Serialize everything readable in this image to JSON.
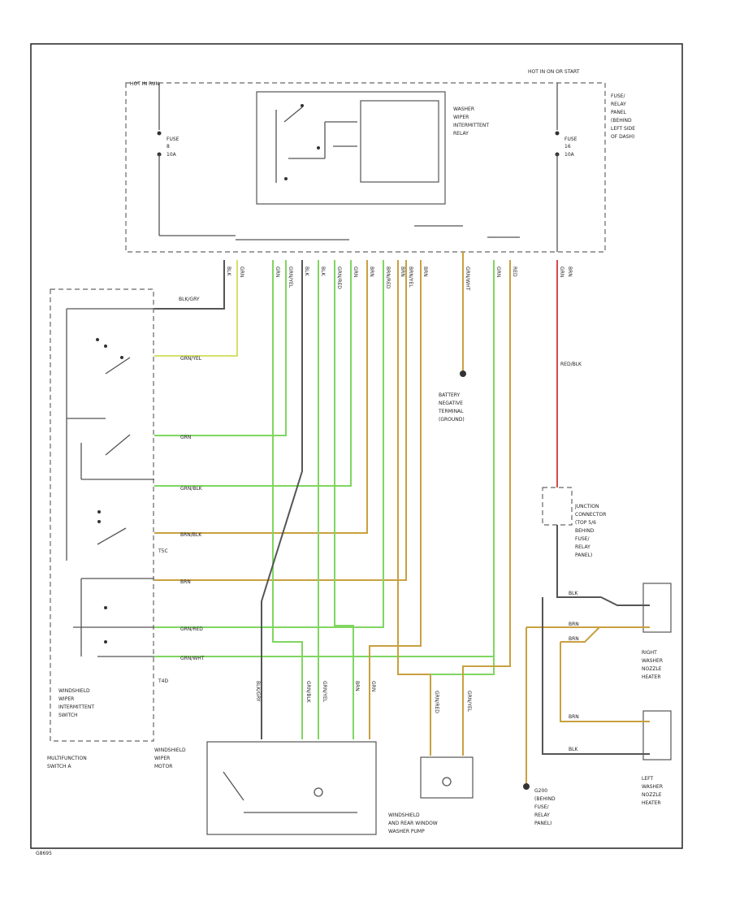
{
  "labels": {
    "hot_run_start": "HOT IN RUN",
    "hot_run_end": "HOT IN ON OR START",
    "fuse_left": [
      "FUSE",
      "8",
      "10A"
    ],
    "fuse_right": [
      "FUSE",
      "16",
      "10A"
    ],
    "relay_name": [
      "WASHER",
      "WIPER",
      "INTERMITTENT",
      "RELAY"
    ],
    "fuse_panel": [
      "FUSE/",
      "RELAY",
      "PANEL",
      "(BEHIND",
      "LEFT SIDE",
      "OF DASH)"
    ],
    "battery": [
      "BATTERY",
      "NEGATIVE",
      "TERMINAL",
      "(GROUND)"
    ],
    "junction": [
      "JUNCTION",
      "CONNECTOR",
      "(TOP 5/6",
      "BEHIND",
      "FUSE/",
      "RELAY",
      "PANEL)"
    ],
    "right_heater": [
      "RIGHT",
      "WASHER",
      "NOZZLE",
      "HEATER"
    ],
    "left_heater": [
      "LEFT",
      "WASHER",
      "NOZZLE",
      "HEATER"
    ],
    "switch_name": [
      "WINDSHIELD",
      "WIPER",
      "INTERMITTENT",
      "SWITCH"
    ],
    "multifunction": [
      "MULTIFUNCTION",
      "SWITCH A"
    ],
    "wiper_motor": [
      "WINDSHIELD",
      "WIPER",
      "MOTOR"
    ],
    "washer_pump": [
      "WINDSHIELD",
      "AND REAR WINDOW",
      "WASHER PUMP"
    ],
    "ground_g200": [
      "G200",
      "(BEHIND",
      "FUSE/",
      "RELAY",
      "PANEL)"
    ],
    "connector_t5c": "T5C",
    "connector_t4d": "T4D",
    "footer": "G8695"
  },
  "wires": {
    "top": [
      "BLK",
      "GRN",
      "GRN",
      "GRN/YEL",
      "BLK",
      "BLK",
      "GRN/RED",
      "GRN",
      "BRN",
      "BRN/RED",
      "BRN",
      "BRN/YEL",
      "BRN",
      "GRN/WHT",
      "GRN",
      "RED",
      "GRN",
      "BRN"
    ],
    "sw_top": "BLK/GRY",
    "sw_grnyel": "GRN/YEL",
    "sw_grn": "GRN",
    "sw_grnblk": "GRN/BLK",
    "sw_brnblk": "BRN/BLK",
    "sw_brn": "BRN",
    "sw_grnred": "GRN/RED",
    "sw_grnwht": "GRN/WHT",
    "motor": [
      "BLK/GRY",
      "GRN/BLK",
      "GRN/YEL",
      "BRN",
      "GRN"
    ],
    "pump": [
      "GRN/RED",
      "GRN/YEL"
    ],
    "heater": [
      "BLK",
      "BRN",
      "BRN",
      "BRN",
      "BLK"
    ],
    "red_wire": "RED/BLK"
  }
}
